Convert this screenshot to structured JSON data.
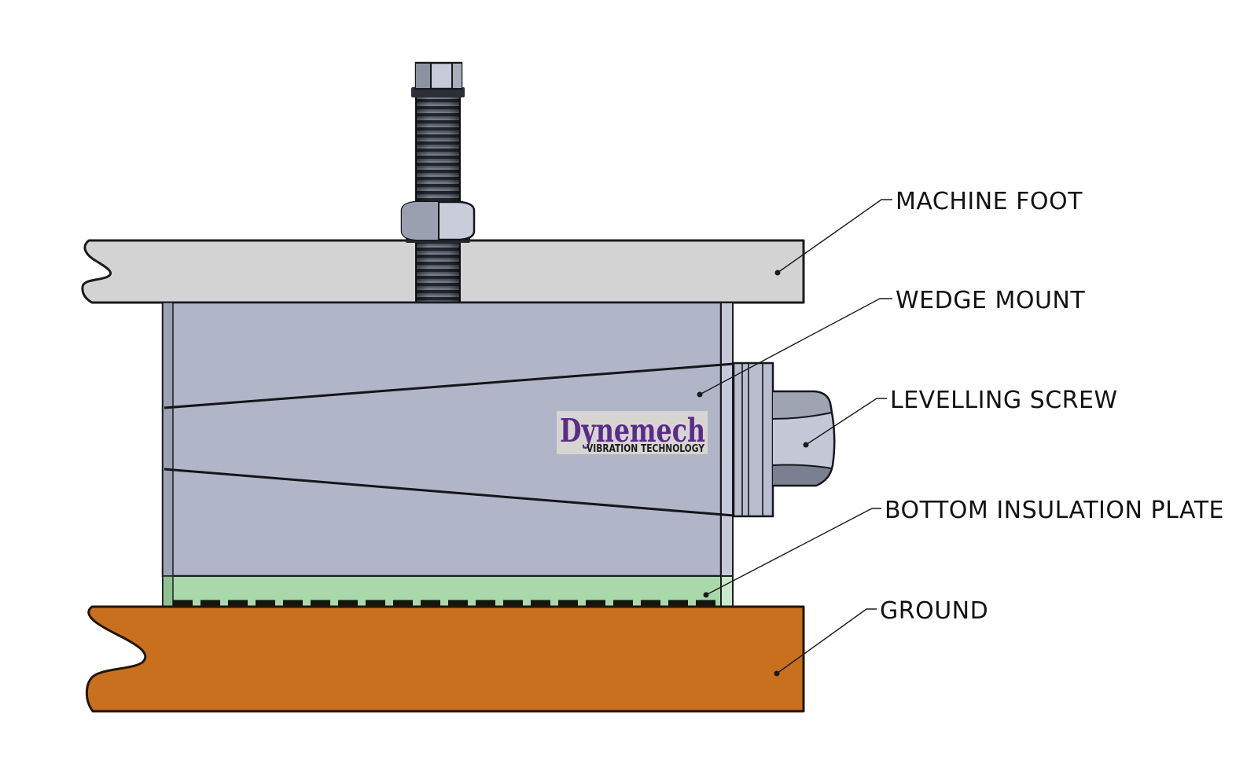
{
  "labels": {
    "machine_foot": "MACHINE FOOT",
    "wedge_mount": "WEDGE MOUNT",
    "levelling_screw": "LEVELLING SCREW",
    "bottom_insulation_plate": "BOTTOM INSULATION PLATE",
    "ground": "GROUND"
  },
  "logo": {
    "wordmark": "Dynemech",
    "tagline": "VIBRATION TECHNOLOGY"
  },
  "colors": {
    "machine_foot": "#d3d3d3",
    "wedge_body": "#b0b5c7",
    "wedge_body_left_strip": "#9ca1b3",
    "wedge_body_right_strip": "#c5c9d9",
    "insulation_plate": "#a9d8ab",
    "insulation_left_strip": "#90bf94",
    "insulation_right_strip": "#cbe9cd",
    "ground": "#c8701d",
    "bracket": "#b9bdce",
    "screw_band_top": "#9fa4b3",
    "screw_band_mid": "#c3c7d6",
    "screw_band_bottom": "#7b8090",
    "logo_purple": "#5b2b8a",
    "logo_box": "#d7d5d2",
    "outline": "#1a1a1a"
  }
}
